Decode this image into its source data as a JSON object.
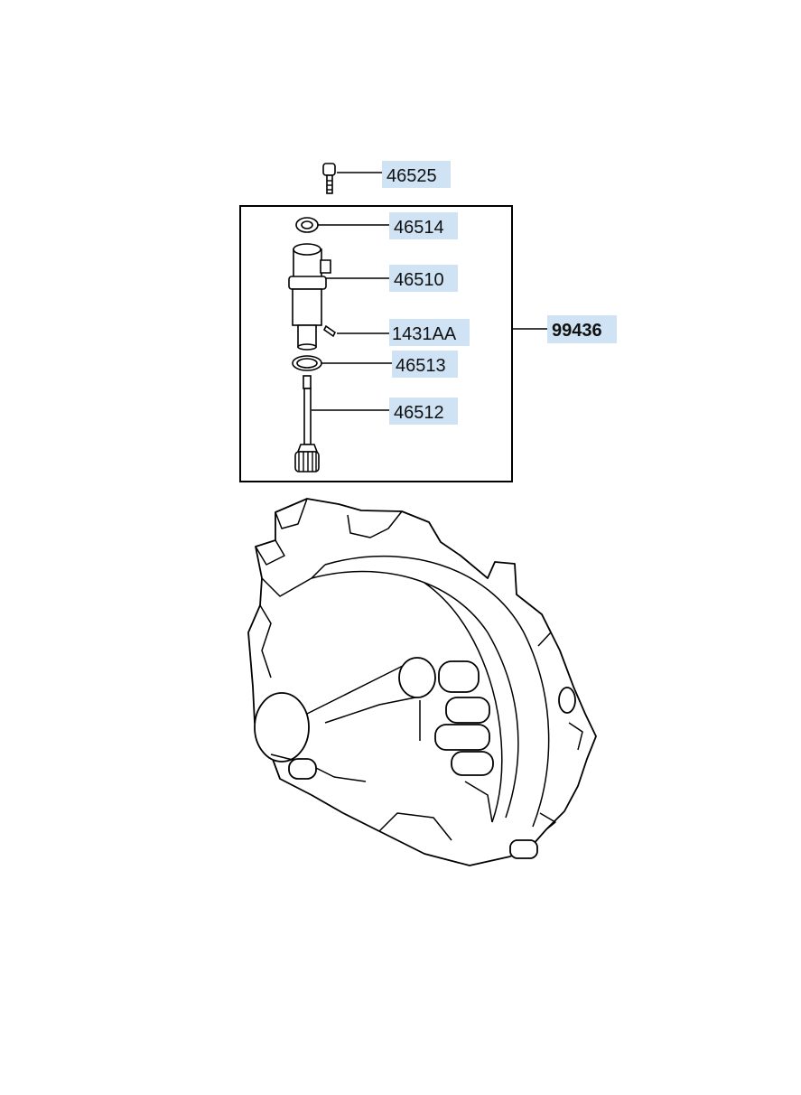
{
  "callouts": [
    {
      "id": "bolt",
      "part_number": "46525"
    },
    {
      "id": "seal",
      "part_number": "46514"
    },
    {
      "id": "sleeve",
      "part_number": "46510"
    },
    {
      "id": "pin",
      "part_number": "1431AA"
    },
    {
      "id": "o-ring",
      "part_number": "46513"
    },
    {
      "id": "driven-gear",
      "part_number": "46512"
    },
    {
      "id": "assembly-kit",
      "part_number": "99436"
    }
  ],
  "colors": {
    "callout_highlight": "#cfe3f5",
    "line": "#000000"
  }
}
